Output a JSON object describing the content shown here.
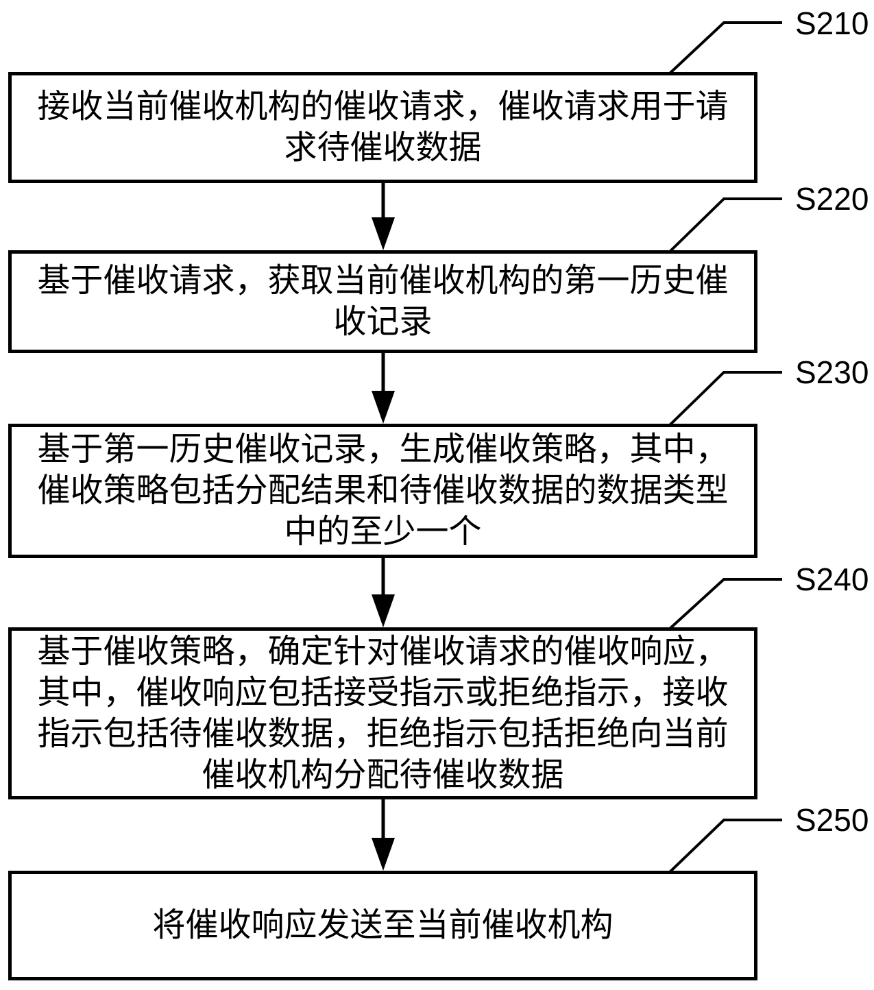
{
  "figure": {
    "background_color": "#ffffff",
    "line_color": "#000000",
    "type": "flowchart"
  },
  "flowchart": {
    "steps": [
      {
        "label": "S210",
        "lines": [
          "接收当前催收机构的催收请求，催收请求用于请",
          "求待催收数据"
        ]
      },
      {
        "label": "S220",
        "lines": [
          "基于催收请求，获取当前催收机构的第一历史催",
          "收记录"
        ]
      },
      {
        "label": "S230",
        "lines": [
          "基于第一历史催收记录，生成催收策略，其中，",
          "催收策略包括分配结果和待催收数据的数据类型",
          "中的至少一个"
        ]
      },
      {
        "label": "S240",
        "lines": [
          "基于催收策略，确定针对催收请求的催收响应，",
          "其中，催收响应包括接受指示或拒绝指示，接收",
          "指示包括待催收数据，拒绝指示包括拒绝向当前",
          "催收机构分配待催收数据"
        ]
      },
      {
        "label": "S250",
        "lines": [
          "将催收响应发送至当前催收机构"
        ]
      }
    ]
  }
}
